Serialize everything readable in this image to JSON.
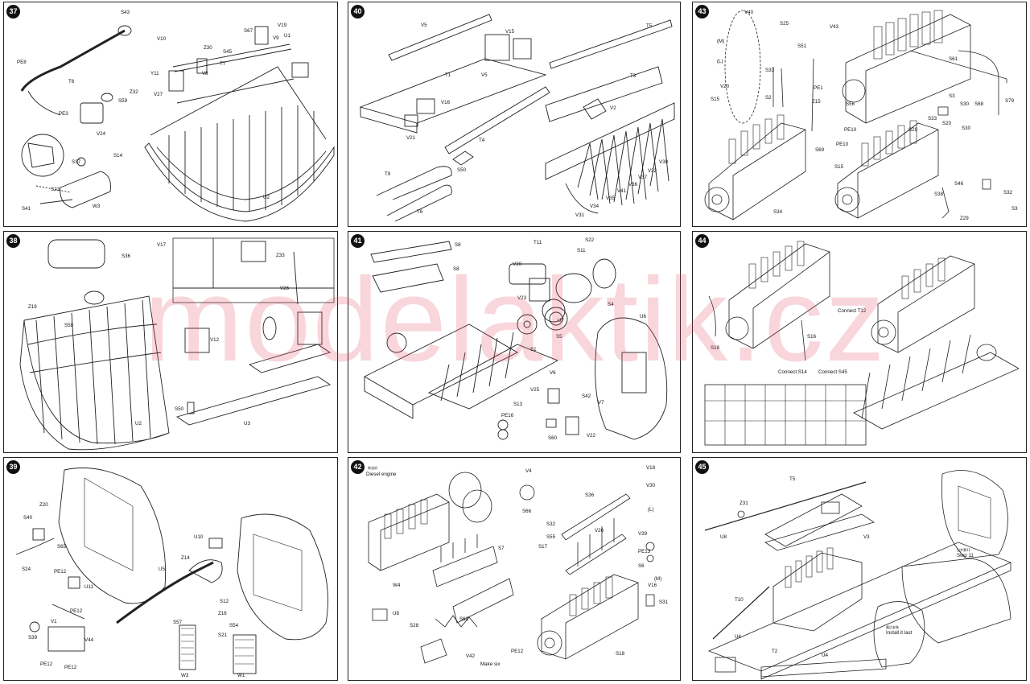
{
  "watermark": "modelaktik.cz",
  "panels": [
    {
      "step": "37",
      "labels": [
        "S43",
        "PE8",
        "T6",
        "V10",
        "Z30",
        "T7",
        "V19",
        "S67",
        "V9",
        "U1",
        "S45",
        "Y11",
        "V8",
        "V27",
        "Z32",
        "S59",
        "PE3",
        "V24",
        "S37",
        "S14",
        "S23",
        "S41",
        "W3",
        "U2"
      ]
    },
    {
      "step": "40",
      "labels": [
        "V5",
        "V15",
        "T1",
        "V5",
        "V16",
        "V21",
        "T4",
        "S50",
        "T5",
        "V2",
        "T3",
        "T9",
        "T6",
        "V30",
        "V32",
        "V37",
        "V36",
        "V41",
        "V35",
        "V34",
        "V31"
      ]
    },
    {
      "step": "43",
      "labels": [
        "V40",
        "S25",
        "V43",
        "(M)",
        "(L)",
        "V20",
        "S15",
        "S33",
        "S51",
        "S61",
        "PE1",
        "Z15",
        "S2",
        "S56",
        "S29",
        "S33",
        "S20",
        "S69",
        "PE10",
        "PE10",
        "S15",
        "S34",
        "S46",
        "S38",
        "S32",
        "Z29",
        "S3",
        "S30",
        "S30",
        "S79",
        "S68",
        "S3"
      ]
    },
    {
      "step": "38",
      "labels": [
        "S36",
        "V17",
        "Z19",
        "S58",
        "Z33",
        "V26",
        "V12",
        "S50",
        "U2",
        "U3"
      ]
    },
    {
      "step": "41",
      "labels": [
        "S8",
        "S8",
        "T11",
        "S22",
        "V20",
        "S11",
        "S4",
        "V23",
        "U7",
        "U6",
        "S1",
        "S5",
        "V6",
        "V25",
        "S42",
        "S13",
        "V7",
        "PE16",
        "S60",
        "V22"
      ]
    },
    {
      "step": "44",
      "labels": [
        "S16",
        "S18",
        "Connect S14",
        "Connect S45",
        "Connect T12"
      ]
    },
    {
      "step": "39",
      "labels": [
        "Z20",
        "S40",
        "S65",
        "S24",
        "PE12",
        "U11",
        "Z14",
        "U10",
        "U5",
        "S12",
        "S57",
        "Z16",
        "S21",
        "S54",
        "V1",
        "S39",
        "PE12",
        "V44",
        "PE12",
        "PE12",
        "W3",
        "W1"
      ]
    },
    {
      "step": "42",
      "labels": [
        "Diesel engine",
        "V4",
        "V18",
        "S36",
        "S66",
        "V30",
        "(L)",
        "S32",
        "V26",
        "S55",
        "S17",
        "S7",
        "V39",
        "PE13",
        "S6",
        "(M)",
        "V16",
        "W4",
        "U8",
        "S28",
        "S31",
        "S62",
        "V42",
        "PE12",
        "S18",
        "Make six"
      ]
    },
    {
      "step": "45",
      "labels": [
        "T5",
        "Z31",
        "U8",
        "V3",
        "Step 11",
        "T10",
        "U4",
        "T2",
        "U4",
        "Install it last"
      ]
    }
  ]
}
